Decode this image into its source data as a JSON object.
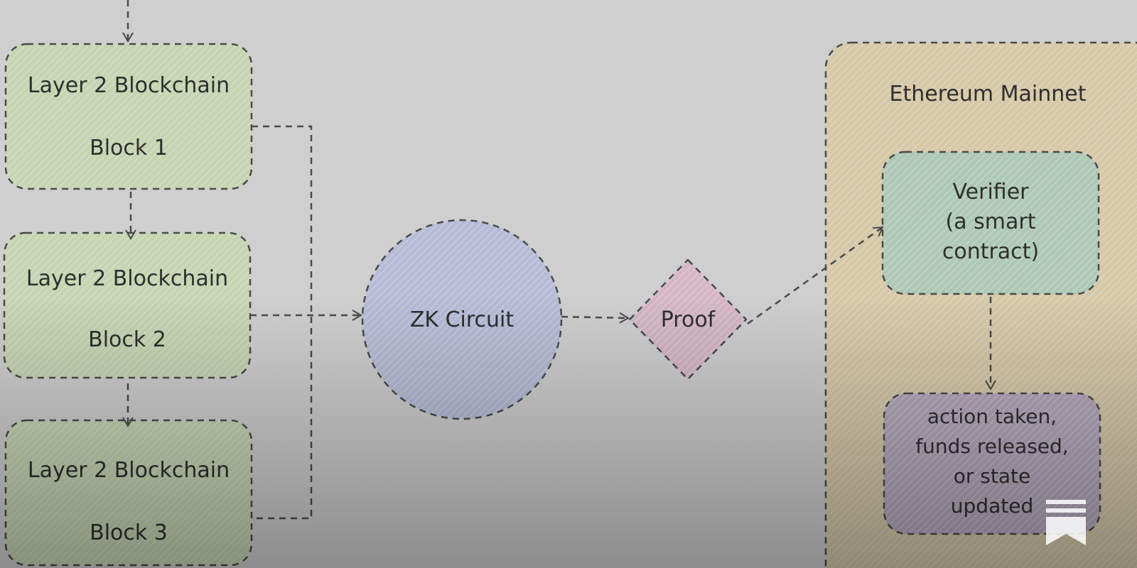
{
  "blocks": [
    {
      "title": "Layer 2 Blockchain",
      "name": "Block 1"
    },
    {
      "title": "Layer 2 Blockchain",
      "name": "Block 2"
    },
    {
      "title": "Layer 2 Blockchain",
      "name": "Block 3"
    }
  ],
  "circuit": {
    "label": "ZK Circuit"
  },
  "proof": {
    "label": "Proof"
  },
  "mainnet": {
    "label": "Ethereum Mainnet",
    "verifier": {
      "line1": "Verifier",
      "line2": "(a smart",
      "line3": "contract)"
    },
    "action": {
      "line1": "action taken,",
      "line2": "funds released,",
      "line3": "or state",
      "line4": "updated"
    }
  },
  "colors": {
    "block_fill": "#c6d4b2",
    "circuit_fill": "#b6bcd6",
    "proof_fill": "#d4b6c4",
    "mainnet_fill": "#d6c8a8",
    "verifier_fill": "#aec8b6",
    "action_fill": "#b4a8bc",
    "stroke": "#4a4a4a"
  },
  "logo": {
    "icon": "substack-bookmark-icon"
  }
}
